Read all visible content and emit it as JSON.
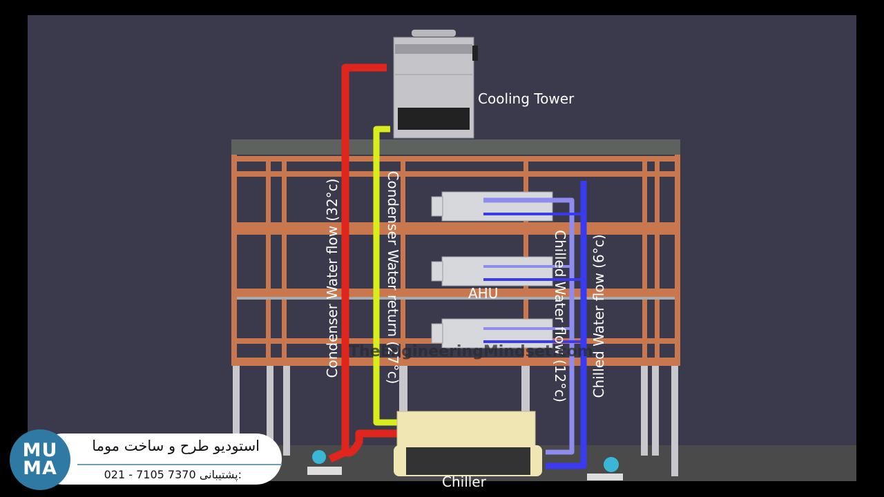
{
  "labels": {
    "cooling_tower": "Cooling Tower",
    "ahu": "AHU",
    "chiller": "Chiller",
    "condenser_flow": "Condenser Water flow (32°c)",
    "condenser_return": "Condenser Water return (27°c)",
    "chilled_flow_12": "Chilled Water flow (12°c)",
    "chilled_flow_6": "Chilled  Water flow (6°c)",
    "watermark": "TheEngineeringMindset.com"
  },
  "badge": {
    "logo_top": "MU",
    "logo_bottom": "MA",
    "title": "استودیو طرح و ساخت موما",
    "support_label": "پشتیبانی:",
    "support_phone": "021 - 7105 7370"
  },
  "colors": {
    "background": "#3b3a4c",
    "frame": "#c9774e",
    "condenser_flow": "#e0261c",
    "condenser_return": "#d7ee1c",
    "chilled_return": "#8f8cf0",
    "chilled_supply": "#3a3af0",
    "chiller_body": "#f0e6b4"
  }
}
